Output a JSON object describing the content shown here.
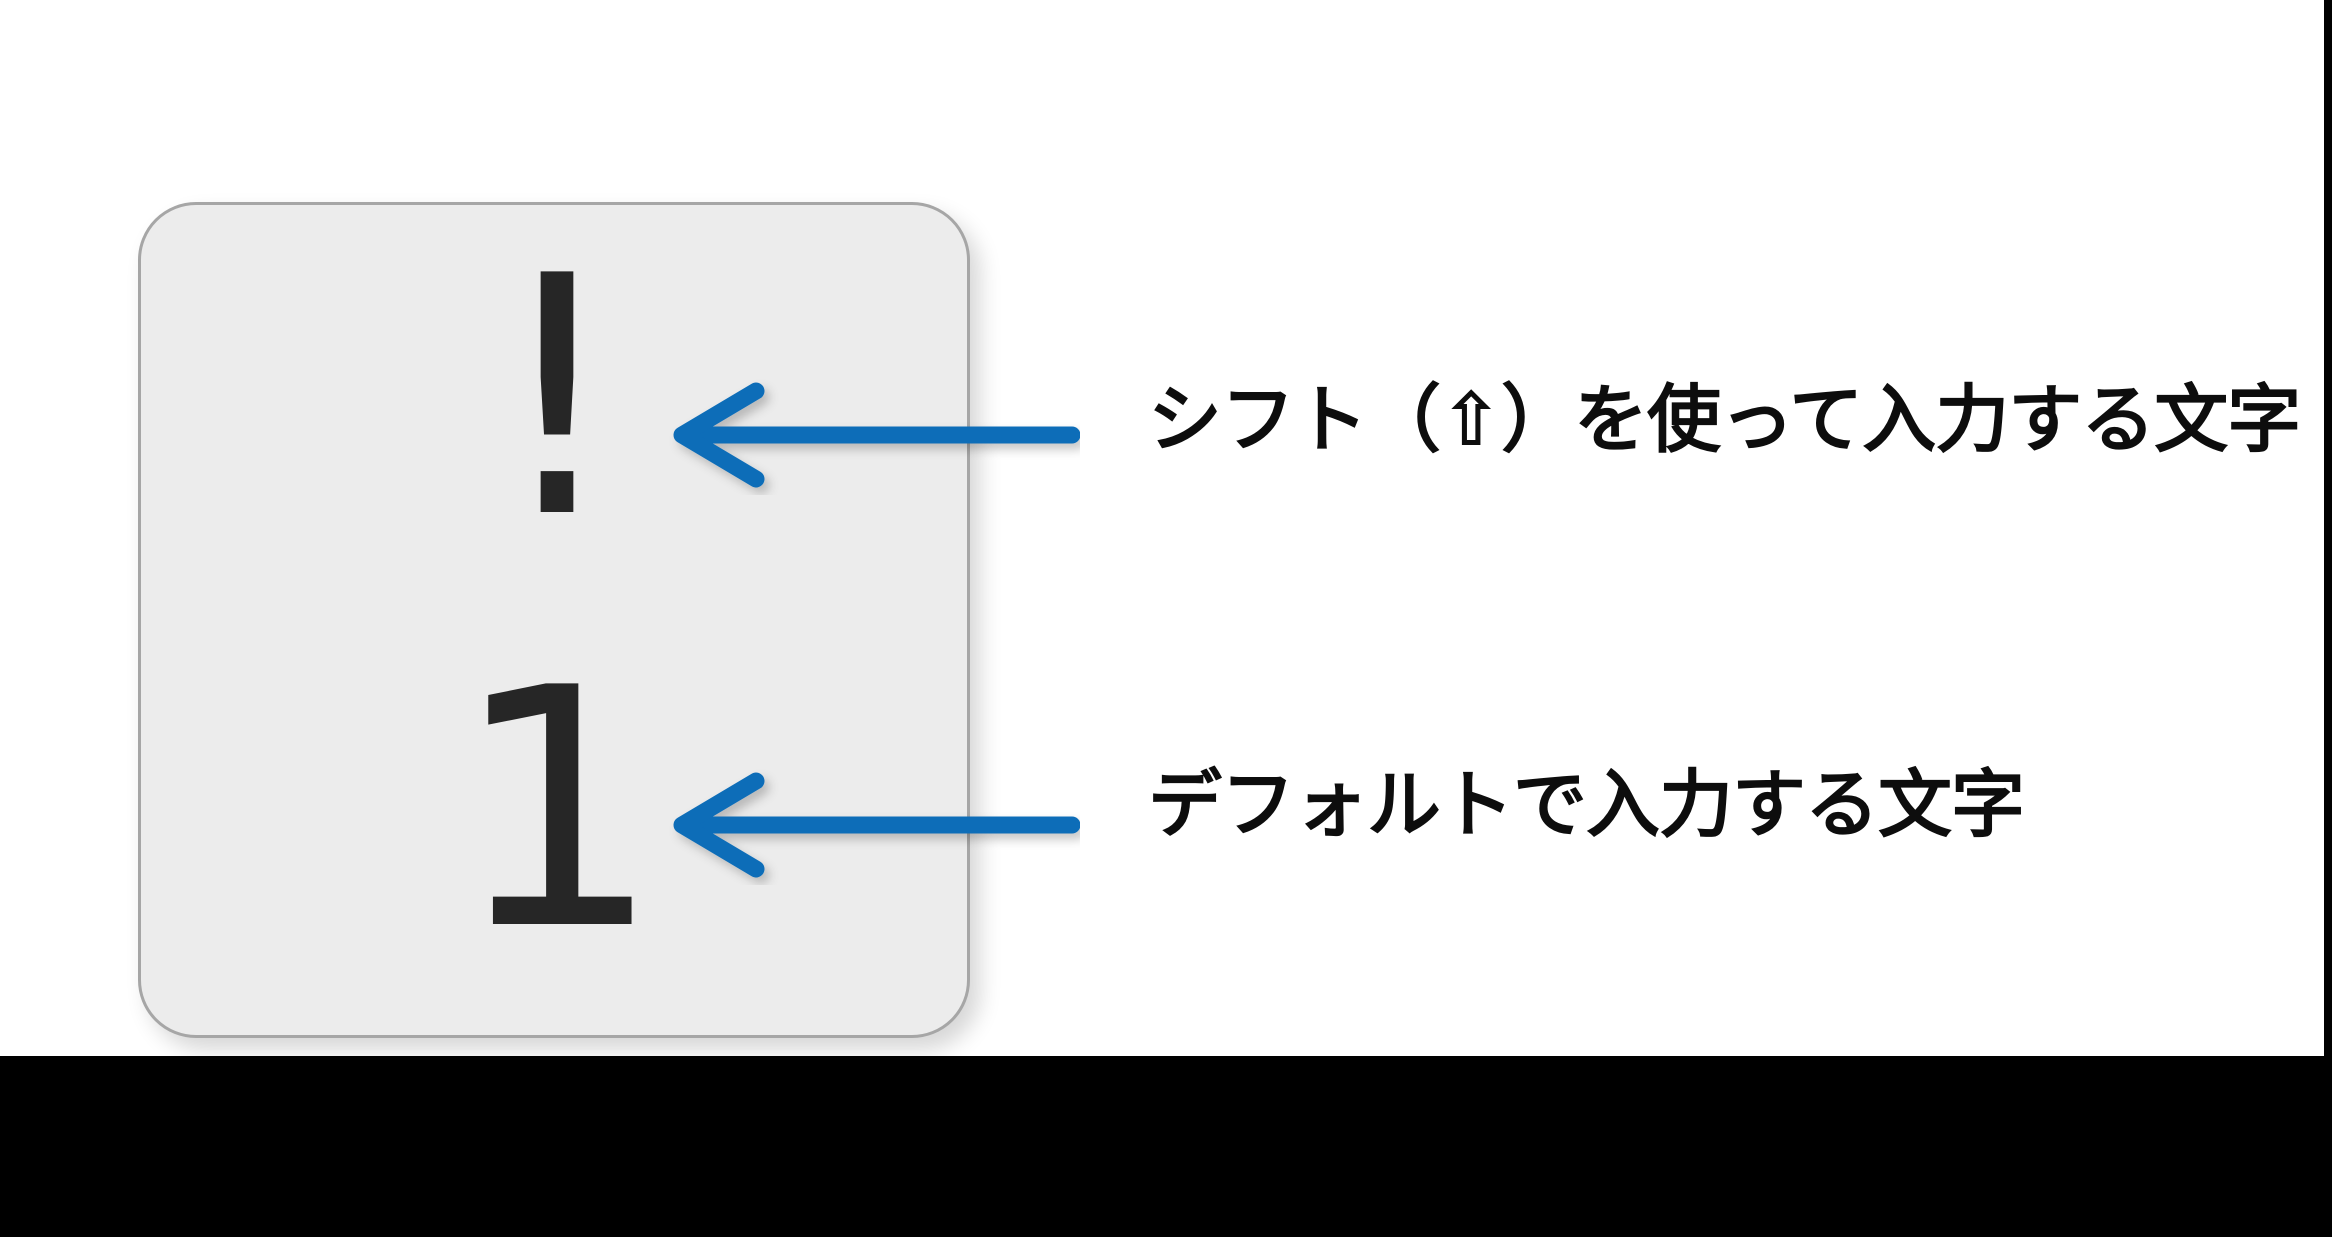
{
  "figure": {
    "type": "annotated-diagram",
    "subject": "keyboard-key-legend",
    "background_color": "#ffffff",
    "letterbox_color": "#000000"
  },
  "keycap": {
    "name": "number-one-key",
    "face_color": "#ececec",
    "border_color": "#a6a6a6",
    "glyph_color": "#262626",
    "shift_glyph": "!",
    "default_glyph": "1"
  },
  "annotations": [
    {
      "id": "shift",
      "label": "シフト（⇧）を使って入力する文字",
      "arrow_icon": "left-arrow-icon",
      "arrow_color": "#0d6db8",
      "points_to": "shift_glyph"
    },
    {
      "id": "default",
      "label": "デフォルトで入力する文字",
      "arrow_icon": "left-arrow-icon",
      "arrow_color": "#0d6db8",
      "points_to": "default_glyph"
    }
  ]
}
